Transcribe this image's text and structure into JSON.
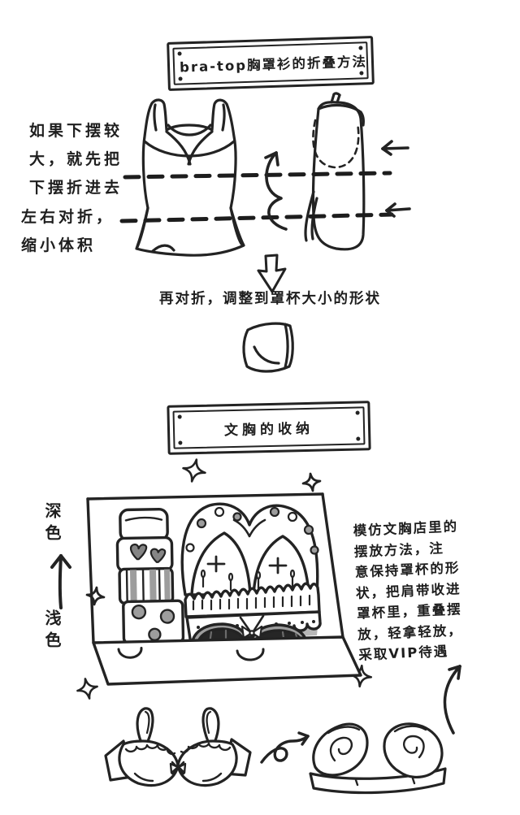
{
  "colors": {
    "ink": "#232323",
    "paper": "#ffffff",
    "gray_light": "#d8d8d8",
    "gray_mid": "#9d9d9d",
    "near_black": "#262626"
  },
  "fold_section": {
    "title": "bra-top胸罩衫的折叠方法",
    "hem_note": {
      "line1": "如果下摆较",
      "line2": "大，就先把",
      "line3": "下摆折进去"
    },
    "half_fold_note": {
      "line1": "左右对折，",
      "line2": "缩小体积"
    },
    "result_caption": "再对折，调整到罩杯大小的形状"
  },
  "storage_section": {
    "title": "文胸的收纳",
    "color_axis": {
      "dark_label": "深色",
      "light_label": "浅色"
    },
    "tip_note": {
      "line1": "模仿文胸店里的",
      "line2": "摆放方法，注",
      "line3": "意保持罩杯的形",
      "line4": "状，把肩带收进",
      "line5": "罩杯里，重叠摆",
      "line6": "放，轻拿轻放，",
      "line7": "采取VIP待遇"
    }
  }
}
